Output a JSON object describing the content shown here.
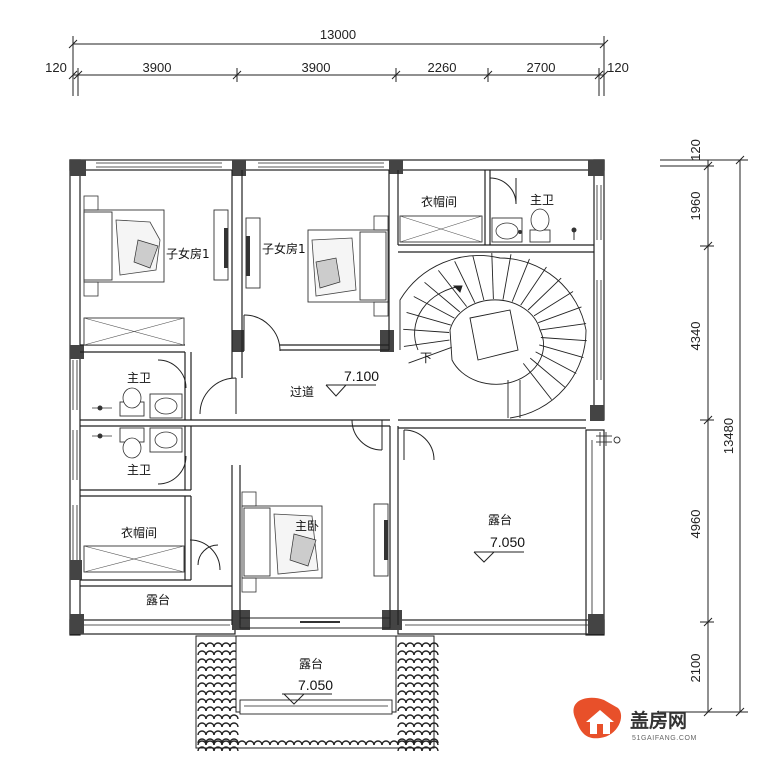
{
  "dimensions": {
    "top_total": "13000",
    "top_segments": [
      "120",
      "3900",
      "3900",
      "2260",
      "2700",
      "120"
    ],
    "right_total": "13480",
    "right_segments": [
      "120",
      "1960",
      "4340",
      "4960",
      "2100"
    ]
  },
  "rooms": {
    "kids_room_left": "子女房1",
    "kids_room_right": "子女房1",
    "wardrobe_top": "衣帽间",
    "bath_top": "主卫",
    "bath_mid_upper": "主卫",
    "bath_mid_lower": "主卫",
    "corridor": "过道",
    "wardrobe_left": "衣帽间",
    "master_bedroom": "主卧",
    "terrace_right": "露台",
    "terrace_left": "露台",
    "terrace_bottom": "露台",
    "stair_down": "下"
  },
  "elevations": {
    "corridor": "7.100",
    "terrace_right": "7.050",
    "terrace_bottom": "7.050"
  },
  "logo": {
    "name": "盖房网",
    "url": "51GAIFANG.COM",
    "color": "#e8502a"
  }
}
